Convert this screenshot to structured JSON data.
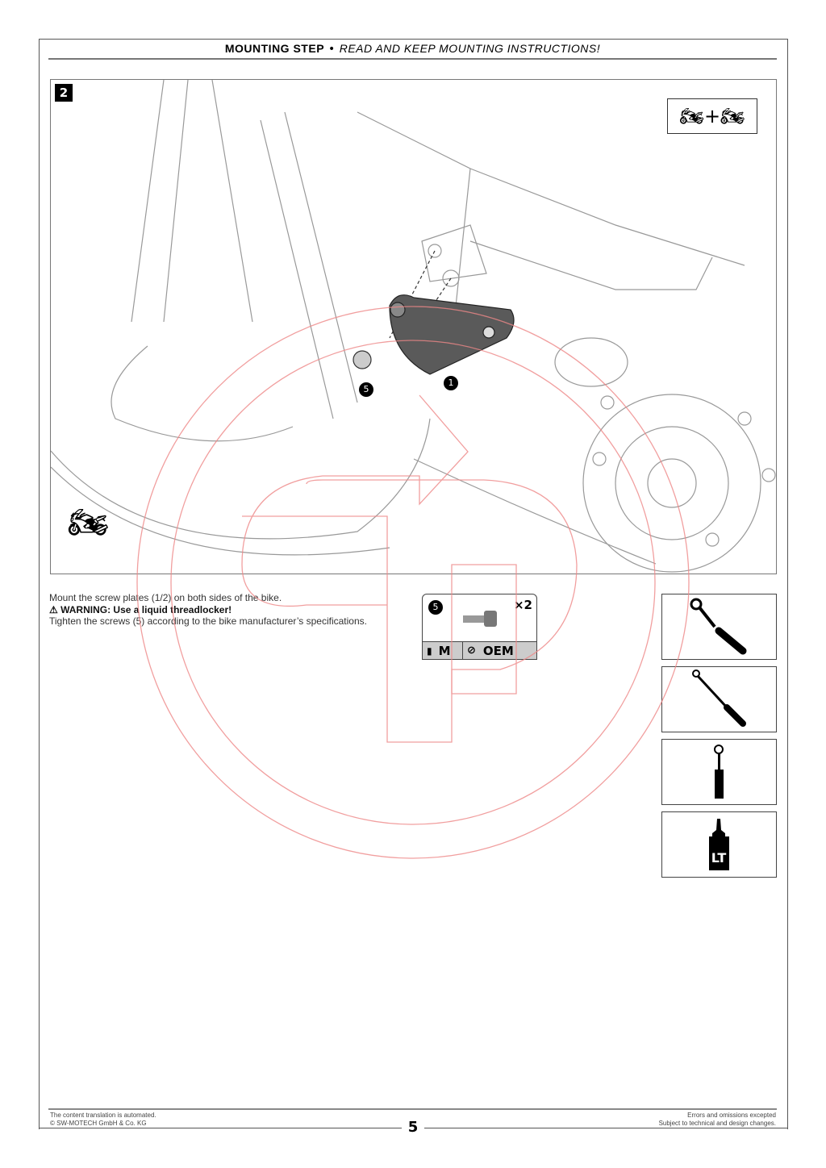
{
  "header": {
    "title": "MOUNTING STEP",
    "separator": "•",
    "subtitle": "READ AND KEEP MOUNTING INSTRUCTIONS!"
  },
  "step": {
    "number": "2",
    "callouts": [
      "1",
      "5"
    ]
  },
  "instructions": {
    "line1": "Mount the screw plates (1/2) on both sides of the bike.",
    "warning": "WARNING: Use a liquid threadlocker!",
    "line3": "Tighten the screws (5) according to the bike manufacturer’s specifications."
  },
  "part": {
    "number": "5",
    "quantity": "×2",
    "material": "M",
    "torque": "OEM"
  },
  "tools": [
    "hex-key-icon",
    "torque-wrench-icon",
    "screwdriver-icon",
    "threadlocker-icon"
  ],
  "tool_label": "LT",
  "footer": {
    "left1": "The content translation is automated.",
    "left2": "© SW-MOTECH GmbH & Co. KG",
    "right1": "Errors and omissions excepted",
    "right2": "Subject to technical and design changes.",
    "page": "5"
  },
  "colors": {
    "watermark": "#e88080",
    "part": "#555555"
  }
}
